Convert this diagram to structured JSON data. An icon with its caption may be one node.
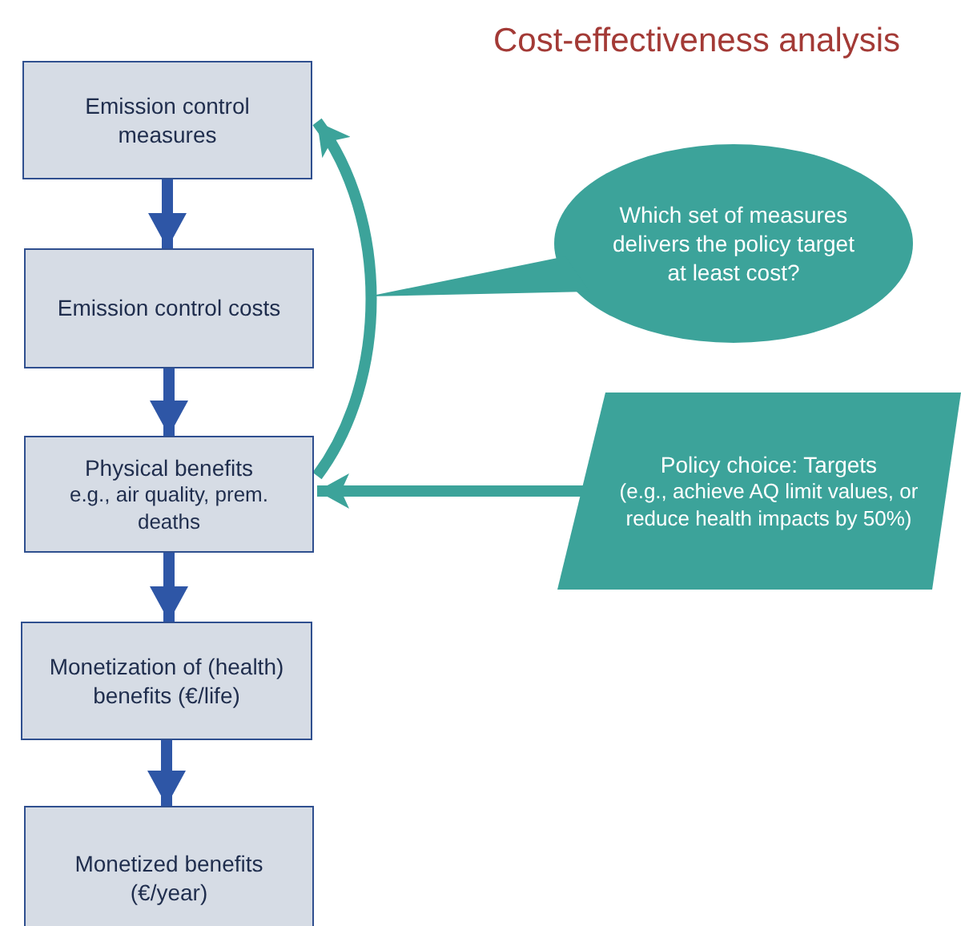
{
  "diagram": {
    "title": "Cost-effectiveness analysis",
    "nodes": [
      {
        "text": [
          "Emission control measures"
        ]
      },
      {
        "text": [
          "Emission control costs"
        ]
      },
      {
        "text": [
          "Physical benefits",
          "e.g., air quality, prem. deaths"
        ]
      },
      {
        "text": [
          "Monetization of (health) benefits (€/life)"
        ]
      },
      {
        "text": [
          "Monetized benefits (€/year)"
        ]
      },
      {
        "text": [
          "Which set of measures delivers the policy target at least cost?"
        ]
      },
      {
        "text": [
          "Policy choice: Targets",
          "(e.g., achieve AQ limit values, or reduce health impacts by 50%)"
        ]
      }
    ],
    "edges": [
      {
        "from": 0,
        "to": 1,
        "arrow": "to"
      },
      {
        "from": 1,
        "to": 2,
        "arrow": "to"
      },
      {
        "from": 2,
        "to": 3,
        "arrow": "to"
      },
      {
        "from": 3,
        "to": 4,
        "arrow": "to"
      },
      {
        "from": 6,
        "to": 2,
        "arrow": "to",
        "color": "#3ca39a"
      },
      {
        "from": 2,
        "to": 0,
        "arrow": "to",
        "color": "#3ca39a"
      }
    ]
  }
}
